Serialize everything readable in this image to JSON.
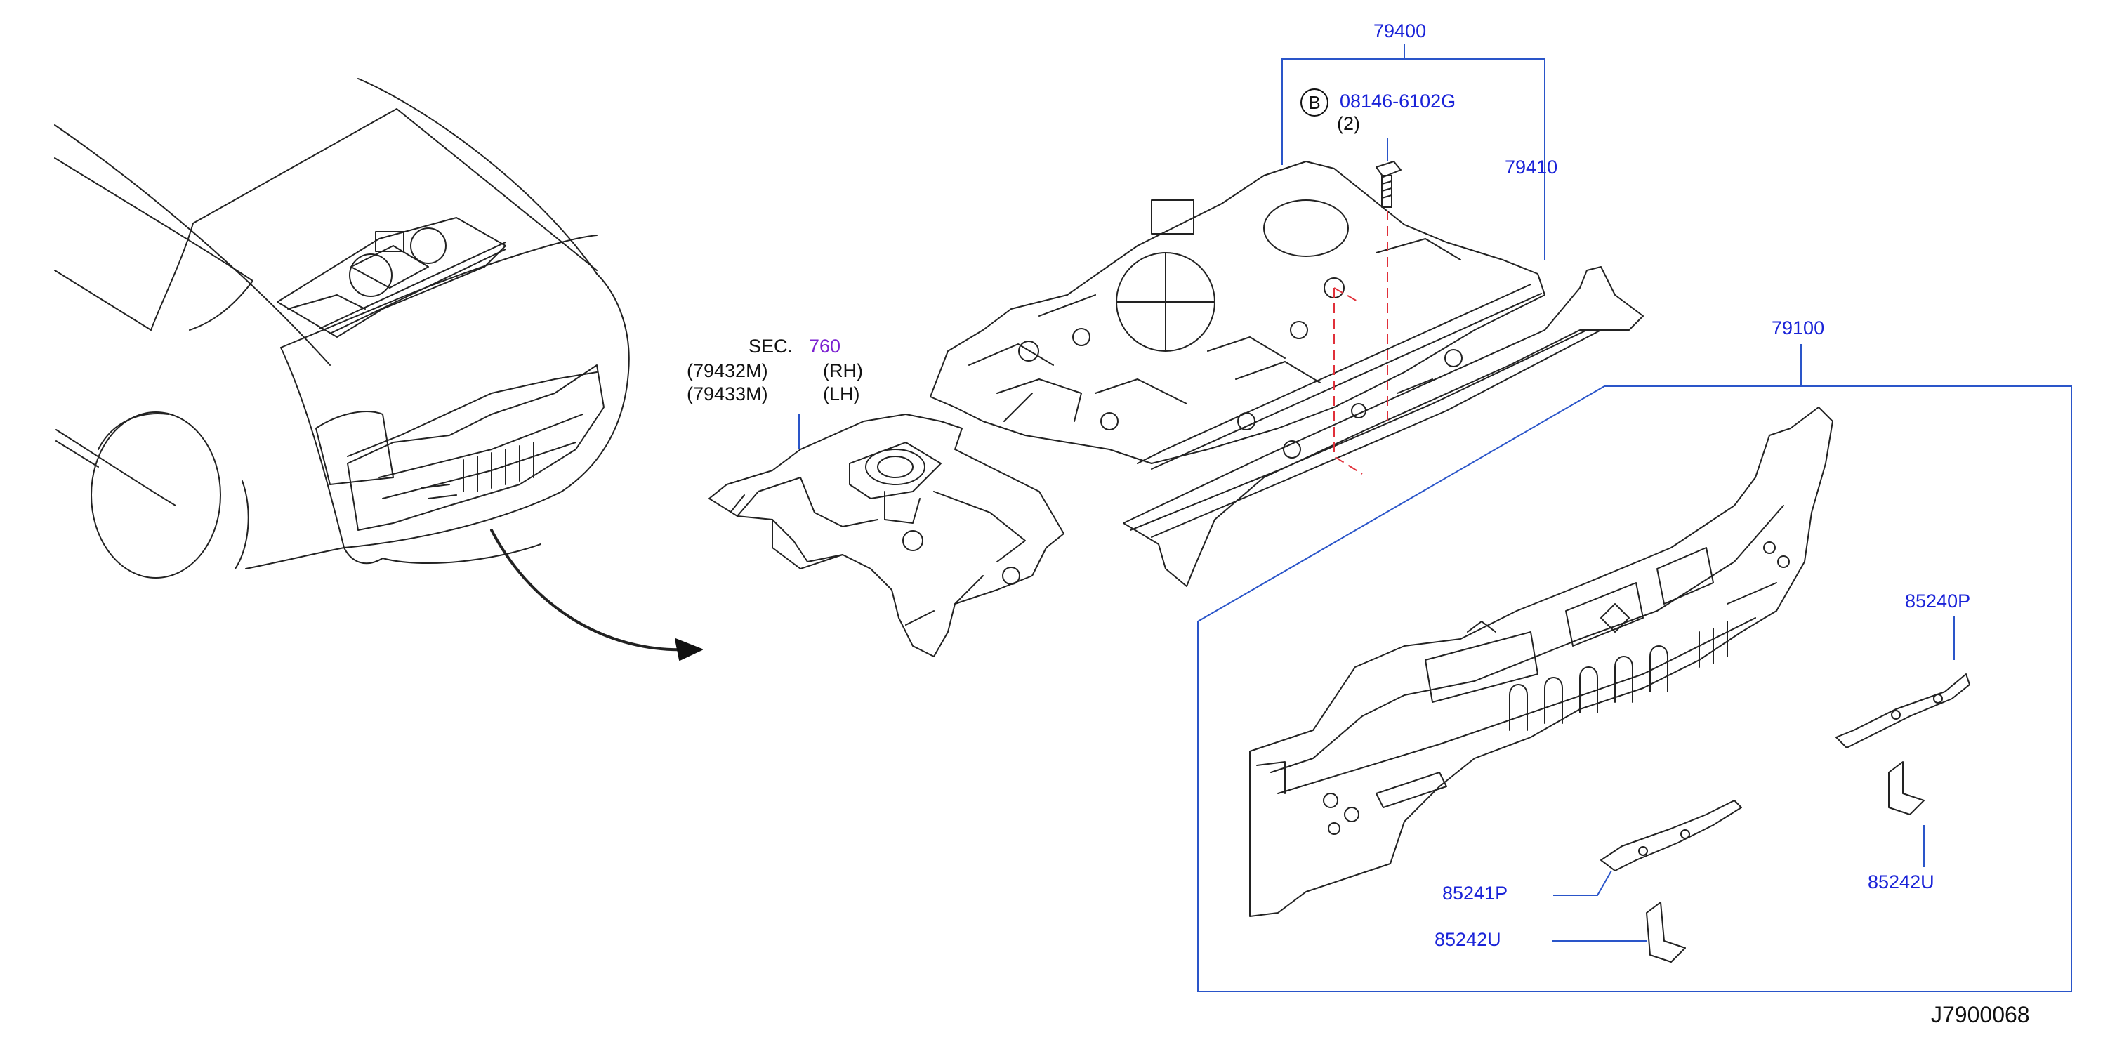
{
  "labels": {
    "p79400": "79400",
    "p79410": "79410",
    "p79100": "79100",
    "bolt_code": "08146-6102G",
    "bolt_marker": "B",
    "bolt_qty": "(2)",
    "sec_prefix": "SEC.",
    "sec_number": "760",
    "sub_rh_part": "(79432M)",
    "sub_rh_side": "(RH)",
    "sub_lh_part": "(79433M)",
    "sub_lh_side": "(LH)",
    "p85240P": "85240P",
    "p85241P": "85241P",
    "p85242U_right": "85242U",
    "p85242U_left": "85242U",
    "diagram_code": "J7900068"
  },
  "colors": {
    "part_link": "#1a23d8",
    "section_link": "#7b1fd1",
    "leader_line": "#2a55c9",
    "hidden_line": "#e0303a",
    "outline": "#222222"
  }
}
